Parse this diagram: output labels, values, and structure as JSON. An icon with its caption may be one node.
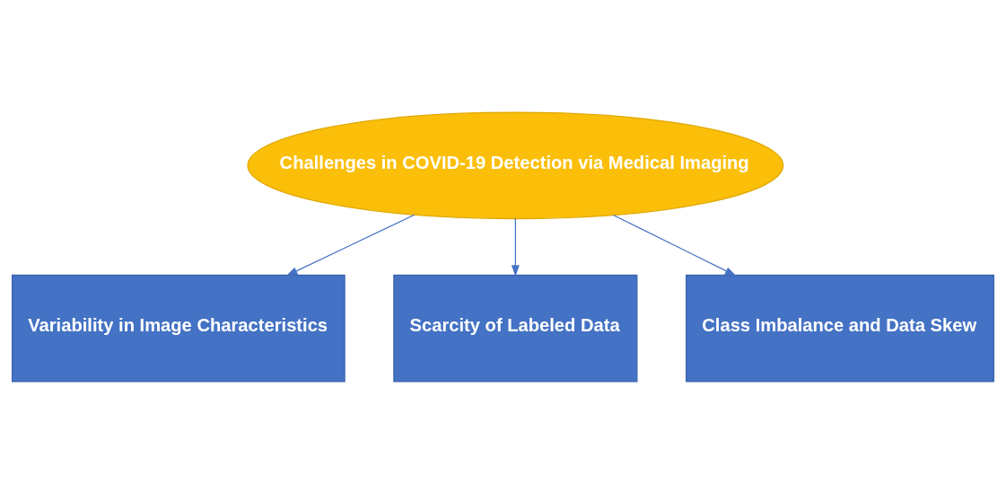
{
  "diagram": {
    "nodes": [
      {
        "text": [
          "Challenges in COVID-19 Detection via Medical Imaging"
        ]
      },
      {
        "text": [
          "Variability in Image Characteristics"
        ]
      },
      {
        "text": [
          "Scarcity of Labeled Data"
        ]
      },
      {
        "text": [
          "Class Imbalance and Data Skew"
        ]
      }
    ],
    "edges": [
      {
        "from": 0,
        "to": 1,
        "arrow": "to"
      },
      {
        "from": 0,
        "to": 2,
        "arrow": "to"
      },
      {
        "from": 0,
        "to": 3,
        "arrow": "to"
      }
    ]
  }
}
